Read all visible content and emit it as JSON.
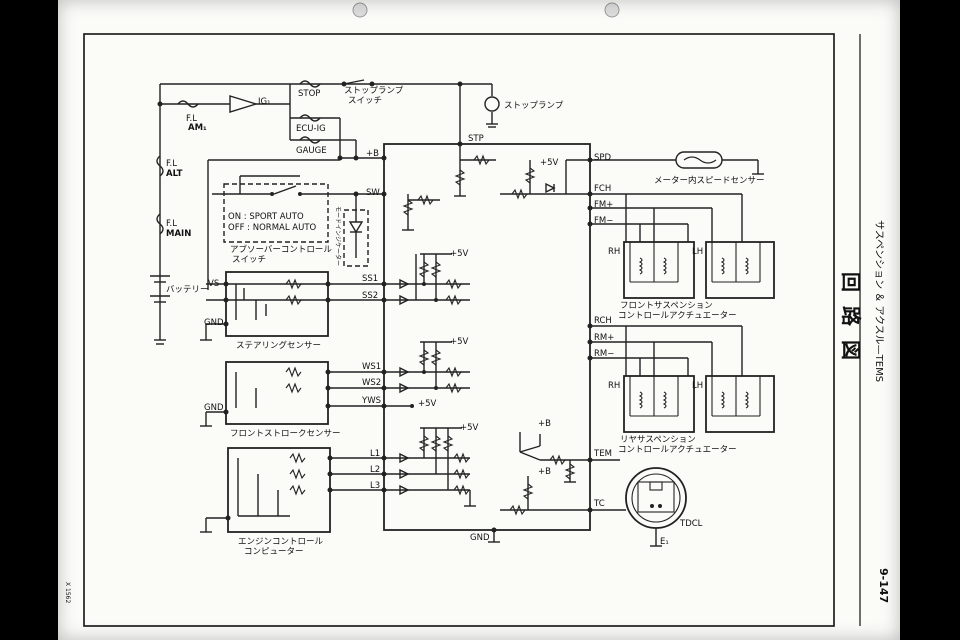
{
  "labels": {
    "stop": "STOP",
    "stop_lamp_switch_1": "ストップランプ",
    "stop_lamp_switch_2": "スイッチ",
    "stop_lamp": "ストップランプ",
    "ig1": "IG₁",
    "ecu_ig": "ECU-IG",
    "gauge": "GAUGE",
    "fl_am1_1": "F.L",
    "fl_am1_2": "AM₁",
    "fl_alt_1": "F.L",
    "fl_alt_2": "ALT",
    "fl_main_1": "F.L",
    "fl_main_2": "MAIN",
    "battery": "バッテリー",
    "plus_b": "+B",
    "stp": "STP",
    "sw": "SW",
    "spd": "SPD",
    "plus5v": "+5V",
    "speed_sensor": "メーター内スピードセンサー",
    "fch": "FCH",
    "fm_plus": "FM+",
    "fm_minus": "FM−",
    "rch": "RCH",
    "rm_plus": "RM+",
    "rm_minus": "RM−",
    "rh": "RH",
    "lh": "LH",
    "sw_on": "ON  : SPORT AUTO",
    "sw_off": "OFF : NORMAL AUTO",
    "absorber_switch_1": "アブソーバーコントロール",
    "absorber_switch_2": "スイッチ",
    "mode_indicator": "モードインジケーター",
    "vs": "VS",
    "gnd": "GND",
    "ss1": "SS1",
    "ss2": "SS2",
    "steering_sensor": "ステアリングセンサー",
    "ws1": "WS1",
    "ws2": "WS2",
    "yws": "YWS",
    "front_stroke_sensor": "フロントストロークセンサー",
    "l1": "L1",
    "l2": "L2",
    "l3": "L3",
    "engine_computer_1": "エンジンコントロール",
    "engine_computer_2": "コンピューター",
    "front_actuator_1": "フロントサスペンション",
    "front_actuator_2": "コントロールアクチュエーター",
    "rear_actuator_1": "リヤサスペンション",
    "rear_actuator_2": "コントロールアクチュエーター",
    "tem": "TEM",
    "tc": "TC",
    "tdcl": "TDCL",
    "e1": "E₁",
    "side_title": "サスペンション ＆ アクスル—TEMS",
    "big_title": "回路図",
    "page_number": "9-147",
    "margin_code": "X 1562"
  },
  "colors": {
    "paper": "#fbfbf8",
    "ink": "#222222",
    "border": "#000000"
  }
}
